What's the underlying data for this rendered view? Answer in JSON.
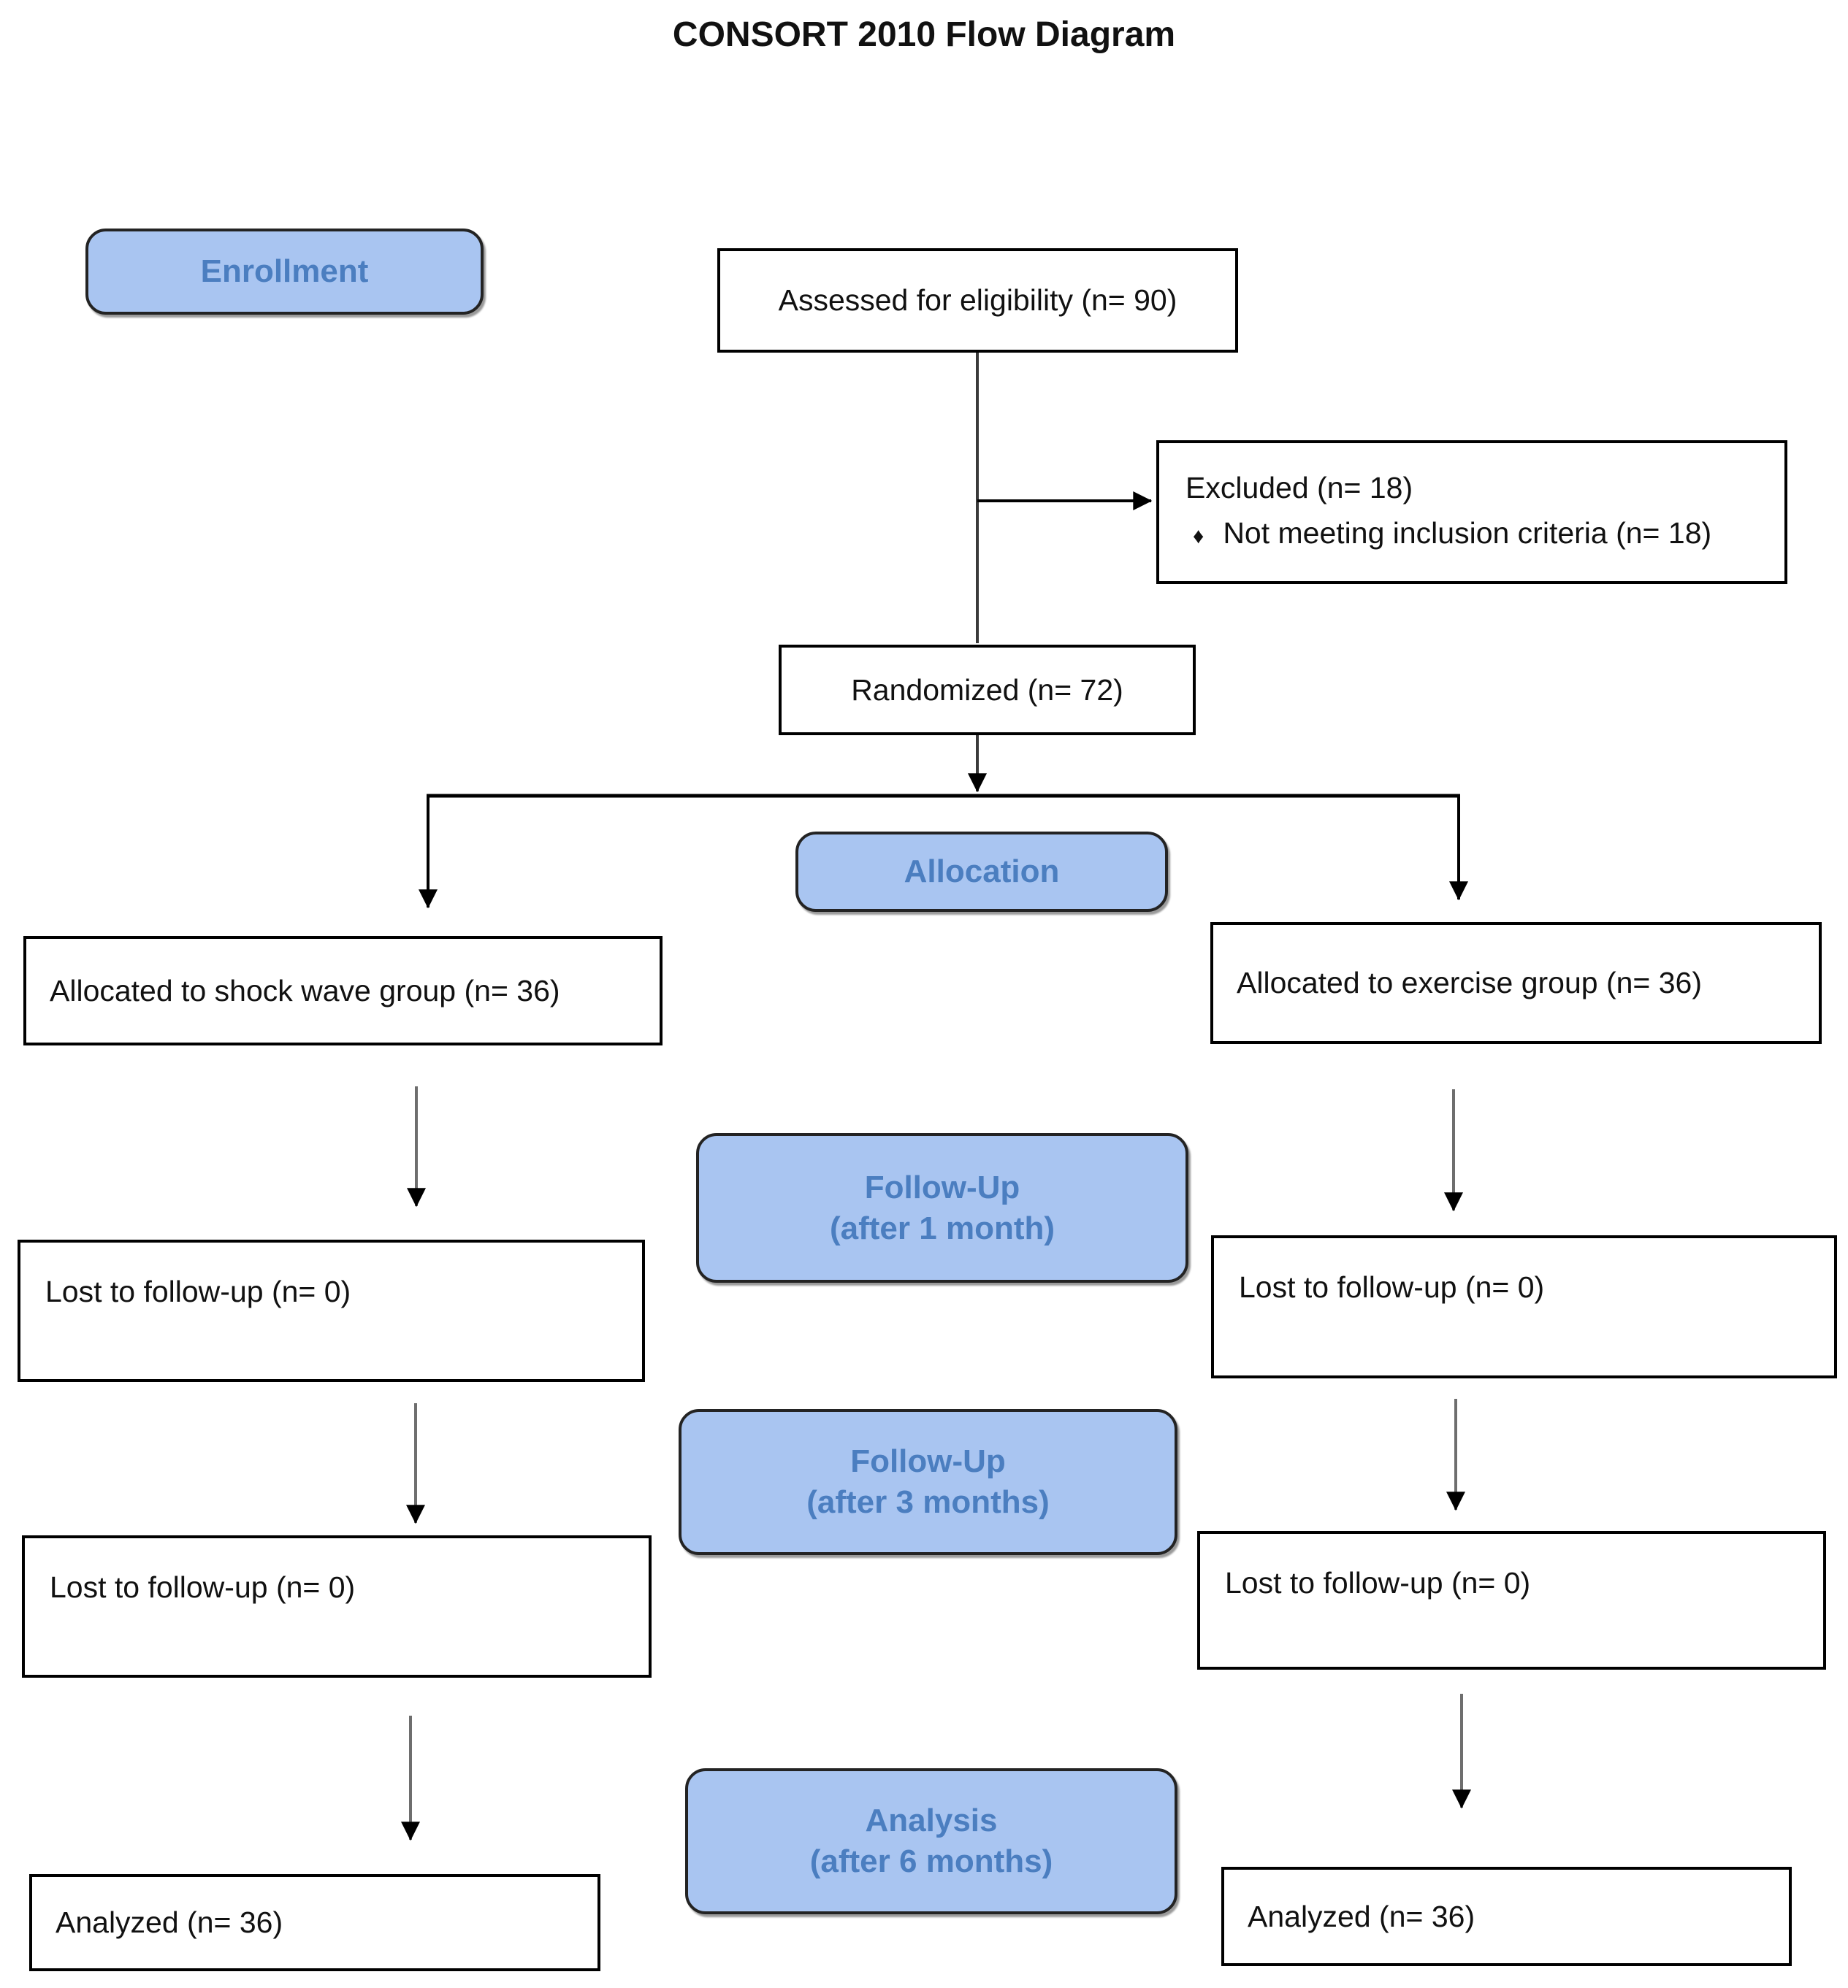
{
  "title": "CONSORT 2010 Flow Diagram",
  "colors": {
    "stage_fill": "#a9c5f1",
    "stage_text": "#4b7ec0",
    "box_border": "#000000",
    "connector_shaft": "#6e6e6e",
    "arrowhead": "#000000"
  },
  "stages": {
    "enrollment": {
      "label": "Enrollment"
    },
    "allocation": {
      "label": "Allocation"
    },
    "followup1": {
      "line1": "Follow-Up",
      "line2": "(after 1 month)"
    },
    "followup3": {
      "line1": "Follow-Up",
      "line2": "(after 3 months)"
    },
    "analysis": {
      "line1": "Analysis",
      "line2": "(after 6 months)"
    }
  },
  "nodes": {
    "assessed": {
      "label": "Assessed for eligibility (n= 90)"
    },
    "excluded": {
      "line1": "Excluded (n= 18)",
      "bullet": "♦",
      "line2": "Not meeting inclusion criteria (n= 18)"
    },
    "randomized": {
      "label": "Randomized (n= 72)"
    },
    "allocated_shockwave": {
      "label": "Allocated to shock wave group (n= 36)"
    },
    "allocated_exercise": {
      "label": "Allocated to exercise group (n= 36)"
    },
    "lost_shockwave_1m": {
      "label": "Lost to follow-up (n= 0)"
    },
    "lost_exercise_1m": {
      "label": "Lost to follow-up (n= 0)"
    },
    "lost_shockwave_3m": {
      "label": "Lost to follow-up (n= 0)"
    },
    "lost_exercise_3m": {
      "label": "Lost to follow-up (n= 0)"
    },
    "analyzed_shockwave": {
      "label": "Analyzed (n= 36)"
    },
    "analyzed_exercise": {
      "label": "Analyzed (n= 36)"
    }
  }
}
